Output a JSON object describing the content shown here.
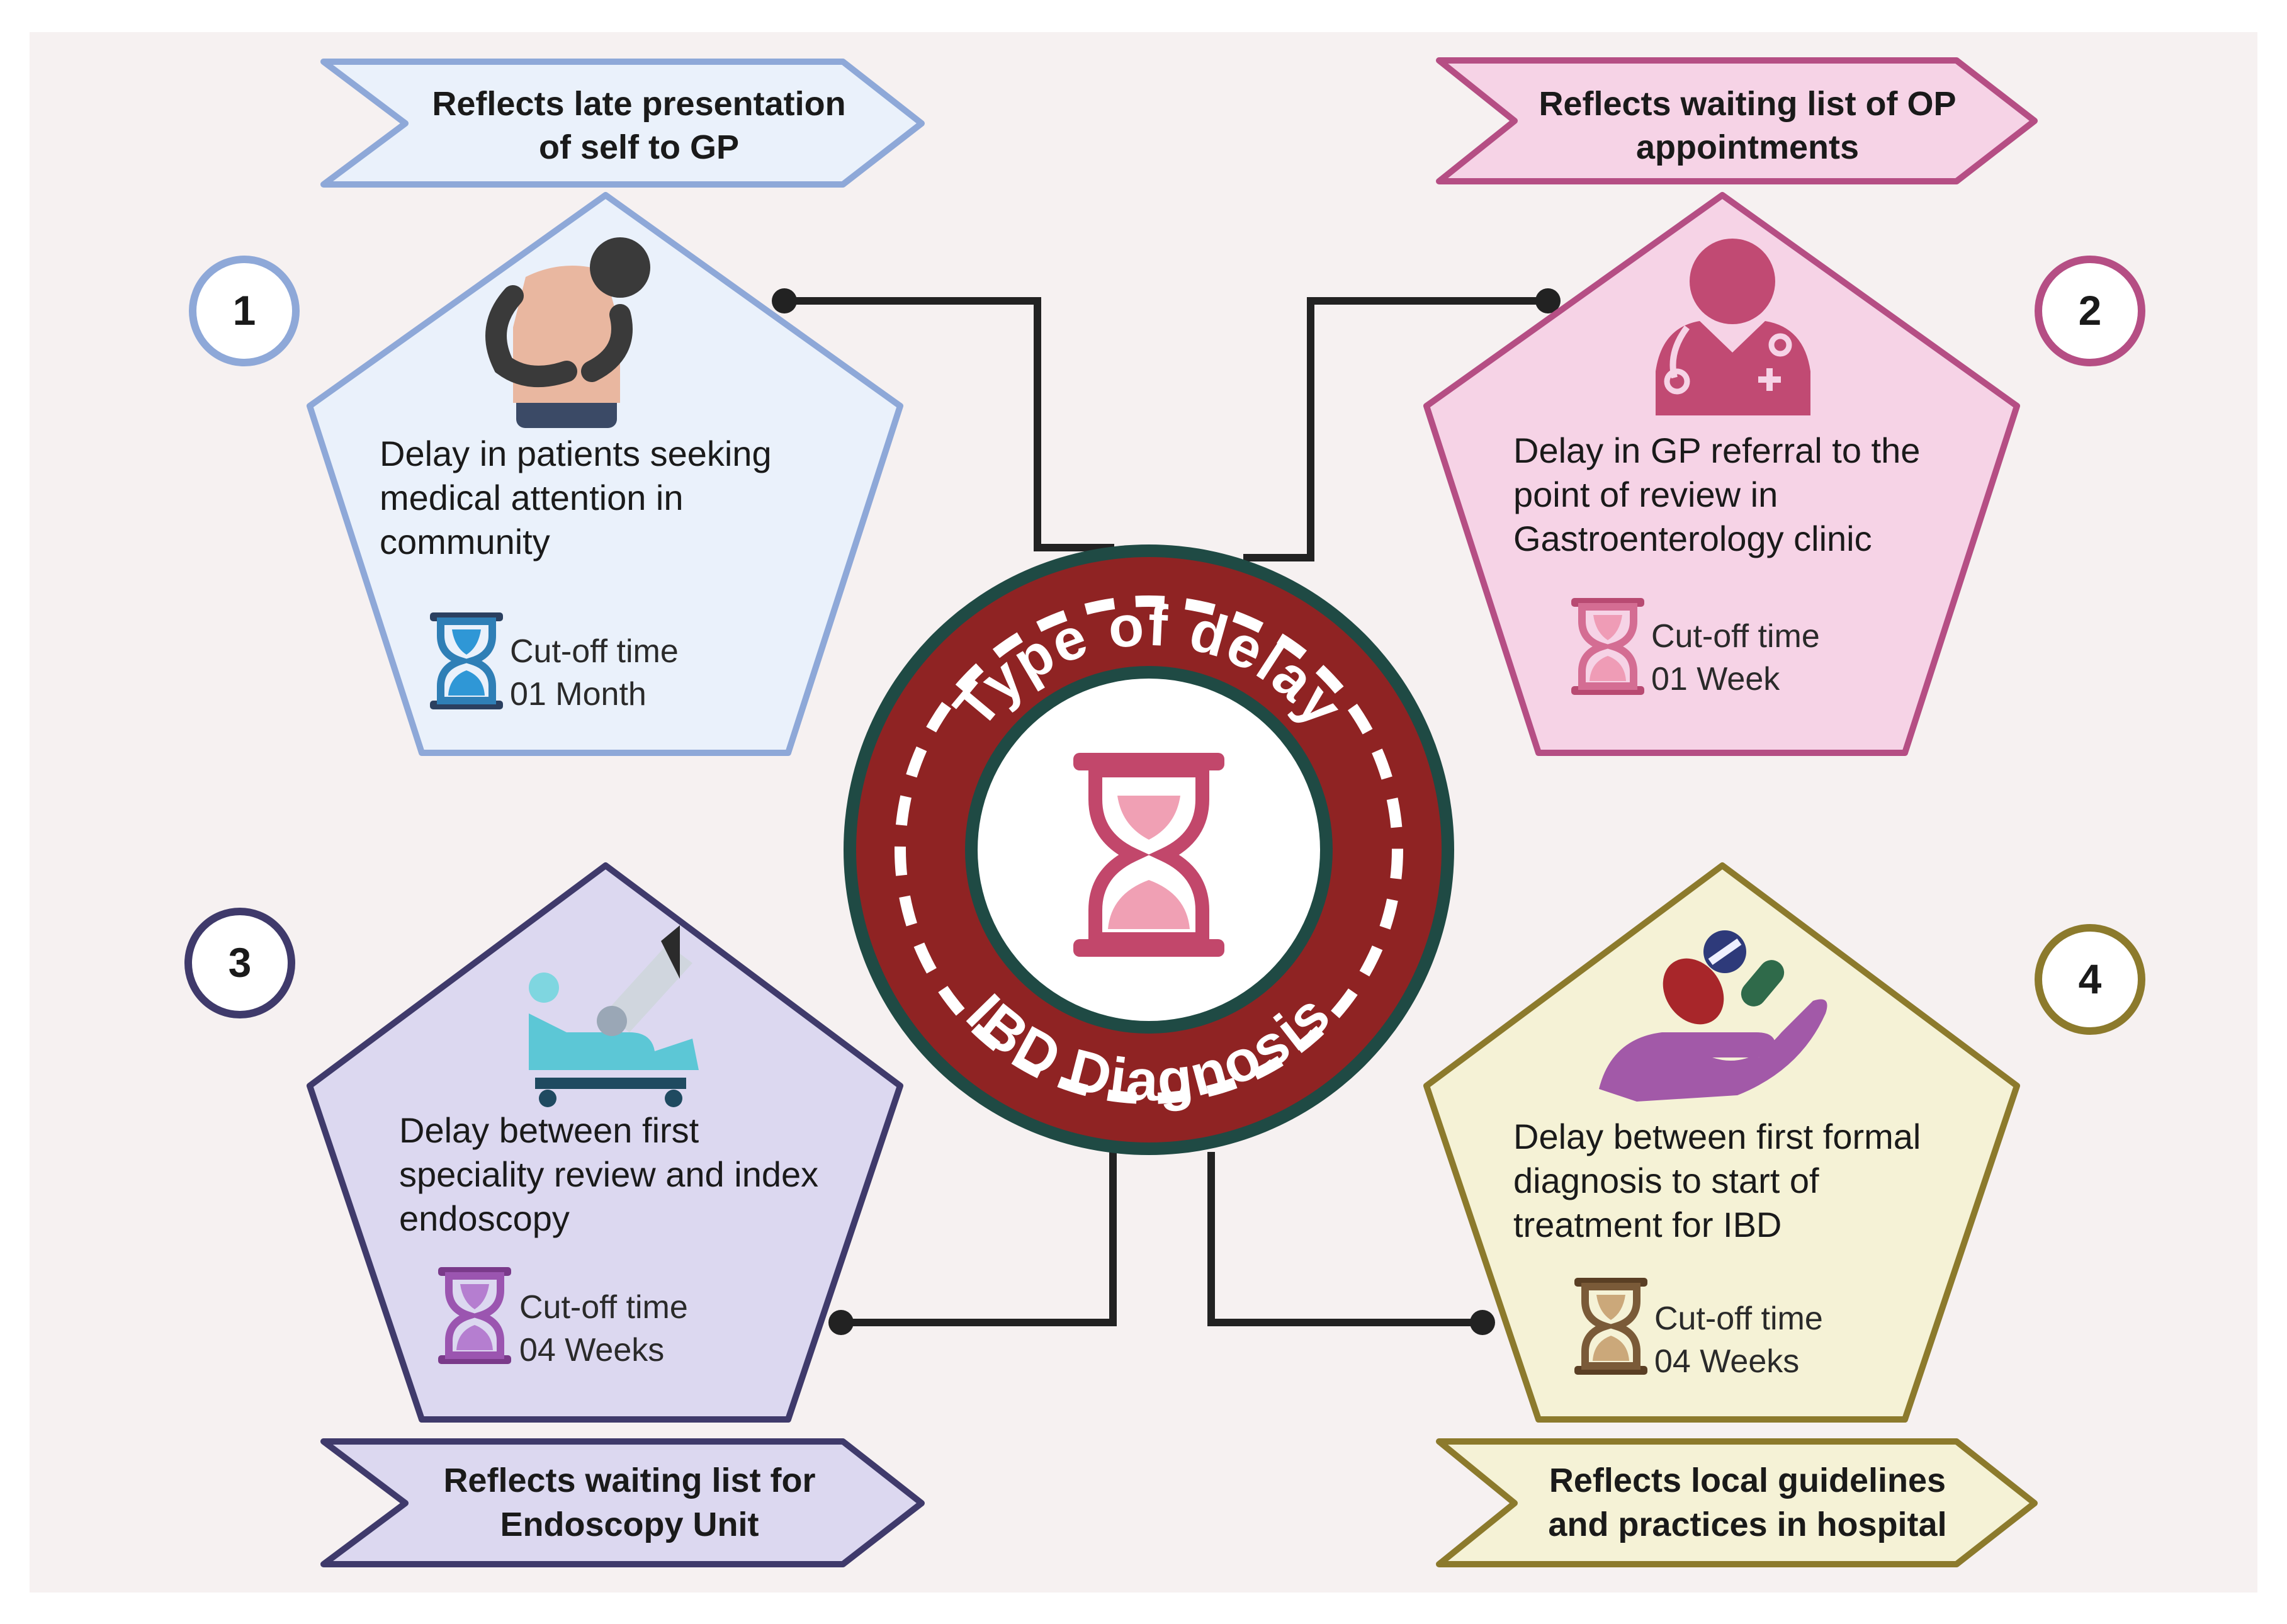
{
  "colors": {
    "background": "#f6f1f1",
    "ring_outer": "#1f4a44",
    "ring_fill": "#8f2323",
    "connector": "#222222",
    "stage1": "#8ea8d8",
    "stage1_fill": "#eaf1fb",
    "stage2": "#b54e84",
    "stage2_fill": "#f6d3e6",
    "stage3": "#3f3a6b",
    "stage3_fill": "#dcd8f0",
    "stage4": "#8c7a2c",
    "stage4_fill": "#f5f2d6"
  },
  "center": {
    "top_text": "Type of delay",
    "bottom_text": "IBD Diagnosis",
    "icon": "hourglass-icon"
  },
  "stages": [
    {
      "number": "1",
      "banner": [
        "Reflects late presentation",
        "of self to GP"
      ],
      "description": [
        "Delay in patients seeking",
        "medical attention in",
        "community"
      ],
      "cutoff_label": "Cut-off time",
      "cutoff_value": "01 Month",
      "icon": "patient-abdominal-pain-icon"
    },
    {
      "number": "2",
      "banner": [
        "Reflects waiting list of OP",
        "appointments"
      ],
      "description": [
        "Delay in GP referral to the",
        "point of review in",
        "Gastroenterology clinic"
      ],
      "cutoff_label": "Cut-off time",
      "cutoff_value": "01 Week",
      "icon": "doctor-icon"
    },
    {
      "number": "3",
      "banner": [
        "Reflects waiting list for",
        "Endoscopy Unit"
      ],
      "description": [
        "Delay between first",
        "speciality review and index",
        "endoscopy"
      ],
      "cutoff_label": "Cut-off time",
      "cutoff_value": "04 Weeks",
      "icon": "endoscopy-bed-icon"
    },
    {
      "number": "4",
      "banner": [
        "Reflects local guidelines",
        "and practices in hospital"
      ],
      "description": [
        "Delay between first formal",
        "diagnosis to start of",
        "treatment for IBD"
      ],
      "cutoff_label": "Cut-off time",
      "cutoff_value": "04 Weeks",
      "icon": "hand-with-pills-icon"
    }
  ]
}
